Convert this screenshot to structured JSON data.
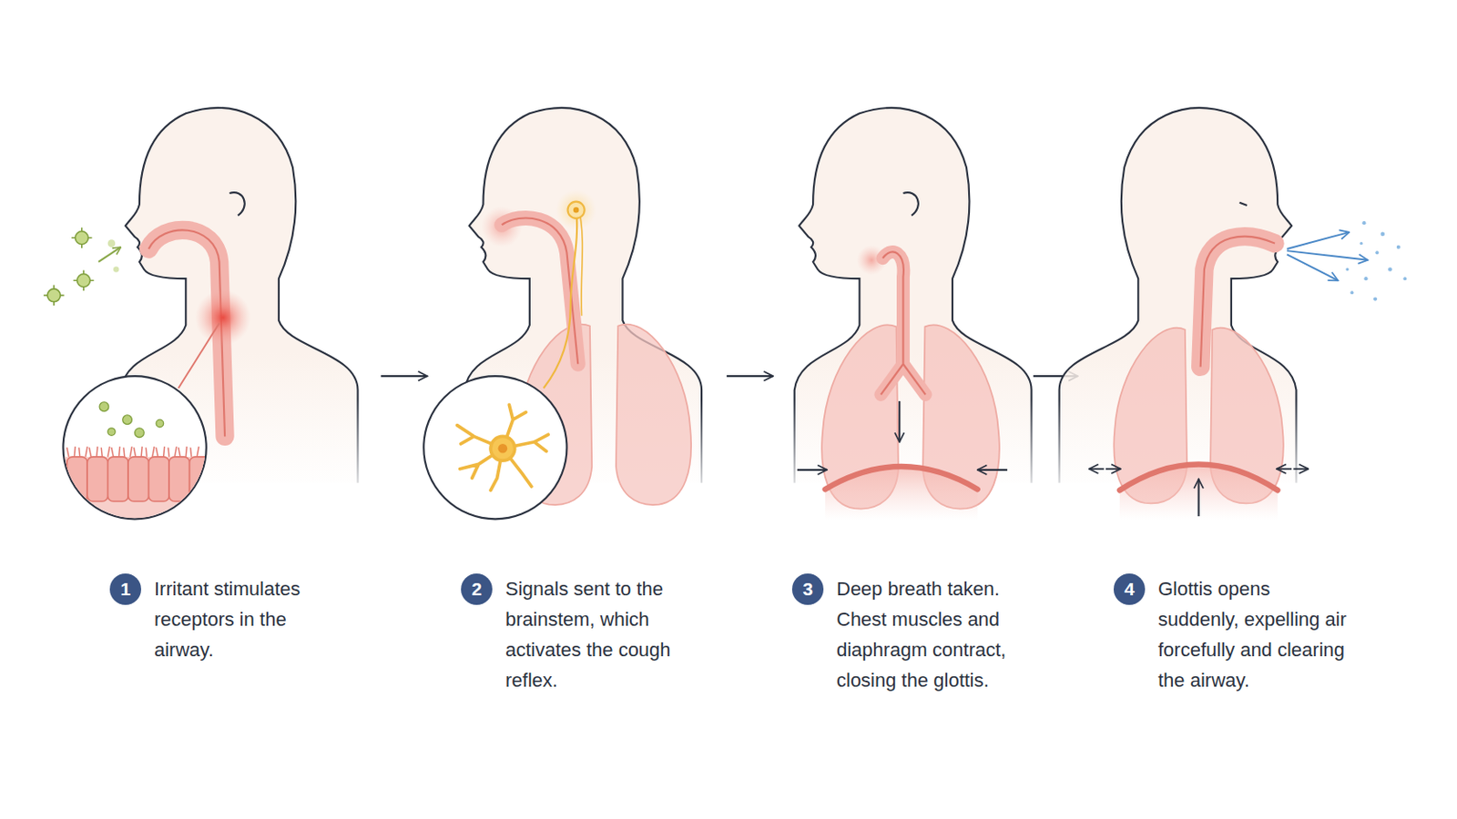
{
  "diagram": {
    "nodes": [
      {
        "text": [
          "1",
          "Irritant stimulates receptors in the airway."
        ]
      },
      {
        "text": [
          "2",
          "Signals sent to the brainstem, which activates the cough reflex."
        ]
      },
      {
        "text": [
          "3",
          "Deep breath taken. Chest muscles and diaphragm contract, closing the glottis."
        ]
      },
      {
        "text": [
          "4",
          "Glottis opens suddenly, expelling air forcefully and clearing the airway."
        ]
      }
    ]
  }
}
